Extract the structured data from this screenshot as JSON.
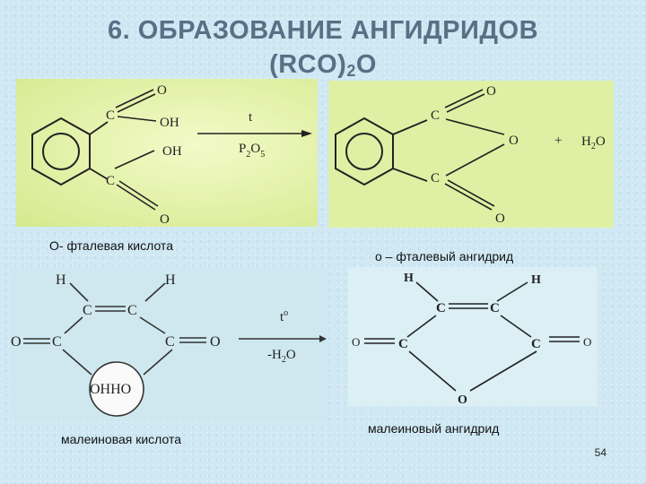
{
  "slide": {
    "title_line1": "6. ОБРАЗОВАНИЕ АНГИДРИДОВ",
    "title_line2_main": "(RCO)",
    "title_line2_sub": "2",
    "title_line2_end": "O",
    "page_number": "54"
  },
  "captions": {
    "phthalic_acid": "О- фталевая кислота",
    "phthalic_anhydride": "о – фталевый ангидрид",
    "maleic_acid": "малеиновая кислота",
    "maleic_anhydride": "малеиновый ангидрид"
  },
  "atoms": {
    "C": "C",
    "O": "O",
    "H": "H",
    "OH": "OH",
    "OHHO": "OHHO"
  },
  "reactions": {
    "phthalic": {
      "above_arrow": "t",
      "below_arrow_main": "P",
      "below_arrow_sub1": "2",
      "below_arrow_mid": "O",
      "below_arrow_sub2": "5",
      "plus": "+",
      "water_main": "H",
      "water_sub": "2",
      "water_end": "O"
    },
    "maleic": {
      "above_arrow_main": "t",
      "above_arrow_sup": "o",
      "below_arrow_main": "-H",
      "below_arrow_sub": "2",
      "below_arrow_end": "O"
    }
  },
  "colors": {
    "title": "#5a6f86",
    "panel_green": "#dff0a4",
    "panel_blue": "#cfe8ef"
  }
}
